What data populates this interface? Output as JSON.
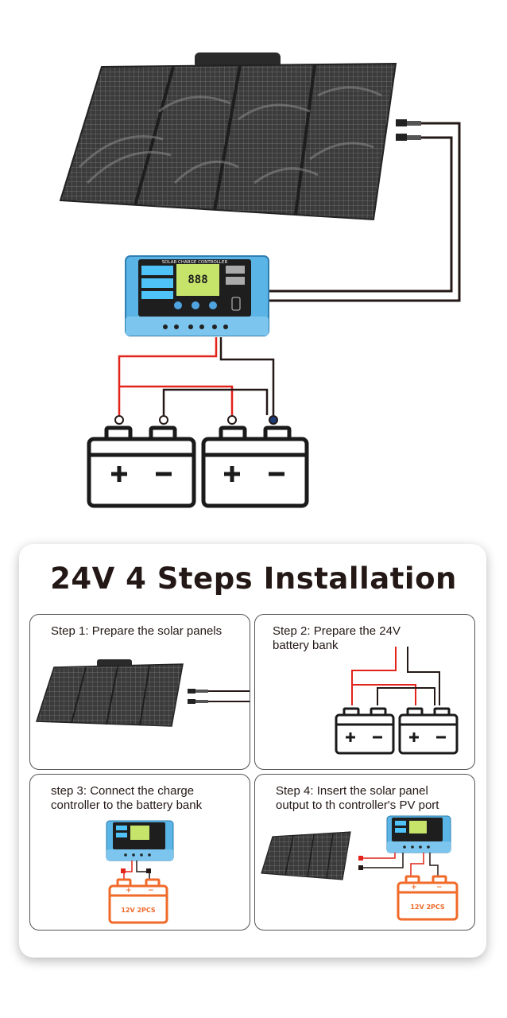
{
  "controller": {
    "header": "SOLAR CHARGE CONTROLLER"
  },
  "installation": {
    "title": "24V 4 Steps Installation",
    "steps": [
      {
        "label": "Step 1: Prepare the solar panels"
      },
      {
        "label": "Step 2: Prepare the 24V\nbattery bank"
      },
      {
        "label": "step 3: Connect the charge\ncontroller to the battery bank"
      },
      {
        "label": "Step 4: Insert the solar panel\noutput to th controller's PV port"
      }
    ],
    "battery_label": "12V 2PCS"
  },
  "colors": {
    "wire_red": "#e2231a",
    "wire_black": "#231815",
    "controller_blue": "#5ab4e5",
    "battery_orange": "#f06a2a",
    "panel_dark": "#3a3a3a"
  }
}
